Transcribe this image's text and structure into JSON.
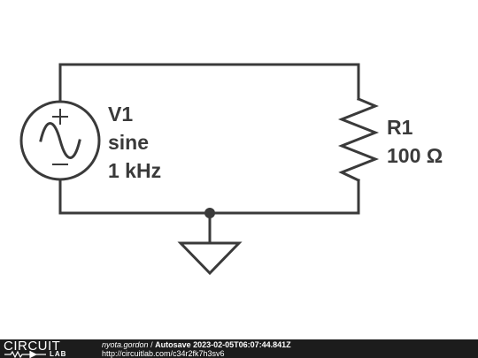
{
  "circuit": {
    "source": {
      "name": "V1",
      "type": "sine",
      "frequency": "1 kHz"
    },
    "resistor": {
      "name": "R1",
      "value": "100 Ω"
    }
  },
  "footer": {
    "logo_top": "CIRCUIT",
    "logo_bottom": "LAB",
    "user": "nyota.gordon",
    "separator": "/",
    "title": "Autosave 2023-02-05T06:07:44.841Z",
    "url": "http://circuitlab.com/c34r2fk7h3sv6"
  }
}
